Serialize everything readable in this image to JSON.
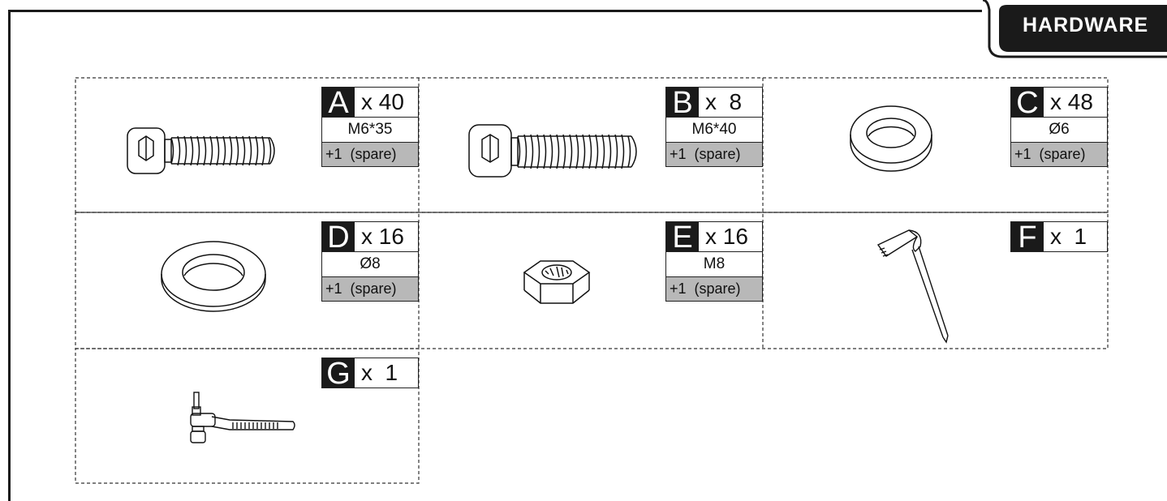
{
  "section_tab": {
    "label": "HARDWARE"
  },
  "parts": [
    {
      "letter": "A",
      "qty": "x 40",
      "size": "M6*35",
      "spare": "+1  (spare)",
      "icon": "socket-cap-screw-m6x35-icon"
    },
    {
      "letter": "B",
      "qty": "x  8",
      "size": "M6*40",
      "spare": "+1  (spare)",
      "icon": "socket-cap-screw-m6x40-icon"
    },
    {
      "letter": "C",
      "qty": "x 48",
      "size": "Ø6",
      "spare": "+1  (spare)",
      "icon": "flat-washer-6-icon"
    },
    {
      "letter": "D",
      "qty": "x 16",
      "size": "Ø8",
      "spare": "+1  (spare)",
      "icon": "flat-washer-8-icon"
    },
    {
      "letter": "E",
      "qty": "x 16",
      "size": "M8",
      "spare": "+1  (spare)",
      "icon": "hex-nut-m8-icon"
    },
    {
      "letter": "F",
      "qty": "x  1",
      "icon": "spanner-key-icon"
    },
    {
      "letter": "G",
      "qty": "x  1",
      "icon": "ratchet-wrench-icon"
    }
  ]
}
